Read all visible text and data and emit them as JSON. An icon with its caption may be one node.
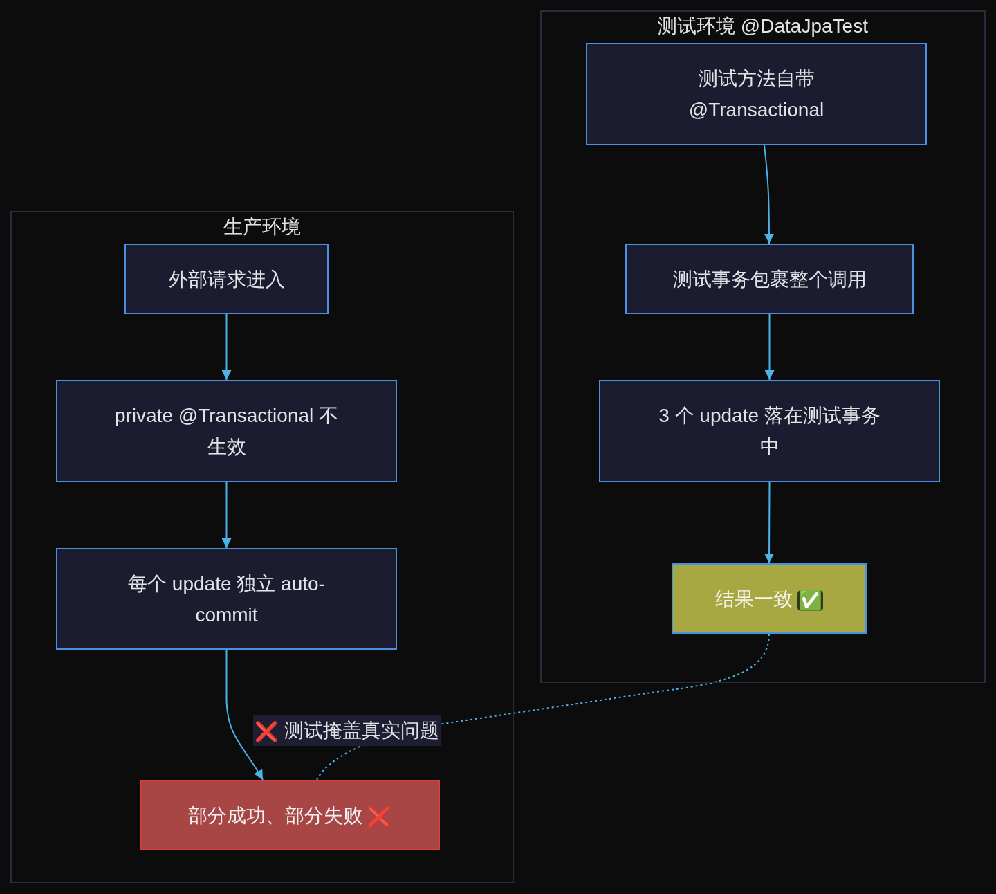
{
  "diagram": {
    "nodes": [
      {
        "text": [
          "生产环境"
        ]
      },
      {
        "text": [
          "外部请求进入"
        ],
        "in": 0
      },
      {
        "text": [
          "private @Transactional 不生效"
        ],
        "in": 0
      },
      {
        "text": [
          "每个 update 独立 auto-commit"
        ],
        "in": 0
      },
      {
        "text": [
          "部分成功、部分失败 ❌"
        ],
        "in": 0
      },
      {
        "text": [
          "测试环境 @DataJpaTest"
        ]
      },
      {
        "text": [
          "测试方法自带 @Transactional"
        ],
        "in": 5
      },
      {
        "text": [
          "测试事务包裹整个调用"
        ],
        "in": 5
      },
      {
        "text": [
          "3 个 update 落在测试事务中"
        ],
        "in": 5
      },
      {
        "text": [
          "结果一致 ✅"
        ],
        "in": 5
      }
    ],
    "edges": [
      {
        "from": 1,
        "to": 2,
        "arrow": "to"
      },
      {
        "from": 2,
        "to": 3,
        "arrow": "to"
      },
      {
        "from": 3,
        "to": 4,
        "arrow": "to"
      },
      {
        "from": 6,
        "to": 7,
        "arrow": "to"
      },
      {
        "from": 7,
        "to": 8,
        "arrow": "to"
      },
      {
        "from": 8,
        "to": 9,
        "arrow": "to"
      },
      {
        "from": 9,
        "to": 4,
        "arrow": "none",
        "style": "dashed",
        "label": "❌ 测试掩盖真实问题"
      }
    ]
  }
}
